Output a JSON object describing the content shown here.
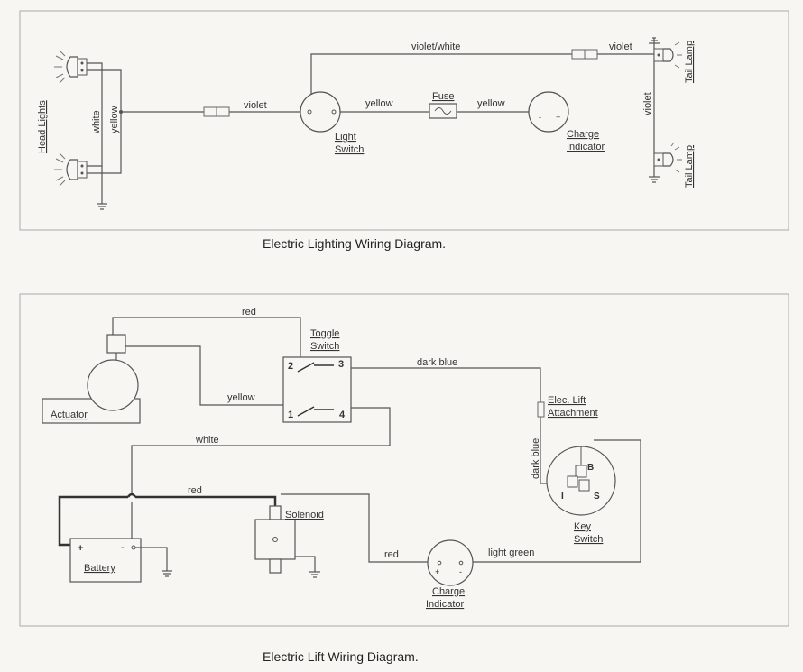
{
  "lighting": {
    "caption": "Electric Lighting Wiring Diagram.",
    "head_lights": "Head Lights",
    "wire_white": "white",
    "wire_yellow_vert": "yellow",
    "wire_violet_left": "violet",
    "light_switch_1": "Light",
    "light_switch_2": "Switch",
    "wire_yellow_1": "yellow",
    "fuse": "Fuse",
    "wire_yellow_2": "yellow",
    "charge_1": "Charge",
    "charge_2": "Indicator",
    "wire_violet_white": "violet/white",
    "wire_violet_top": "violet",
    "wire_violet_vert": "violet",
    "tail_lamp_top": "Tail Lamp",
    "tail_lamp_bottom": "Tail Lamp"
  },
  "lift": {
    "caption": "Electric Lift Wiring Diagram.",
    "wire_red_top": "red",
    "toggle_1": "Toggle",
    "toggle_2": "Switch",
    "term_2": "2",
    "term_3": "3",
    "term_1": "1",
    "term_4": "4",
    "wire_yellow": "yellow",
    "wire_dark_blue": "dark blue",
    "elec_lift_1": "Elec. Lift",
    "elec_lift_2": "Attachment",
    "actuator": "Actuator",
    "wire_white": "white",
    "wire_red_mid": "red",
    "wire_dark_blue_vert": "dark blue",
    "solenoid": "Solenoid",
    "key_b": "B",
    "key_i": "I",
    "key_s": "S",
    "key_switch_1": "Key",
    "key_switch_2": "Switch",
    "battery_plus": "+",
    "battery_minus": "-",
    "battery": "Battery",
    "wire_red_bottom": "red",
    "wire_light_green": "light green",
    "charge_plus": "+",
    "charge_minus": "-",
    "charge_1": "Charge",
    "charge_2": "Indicator"
  }
}
